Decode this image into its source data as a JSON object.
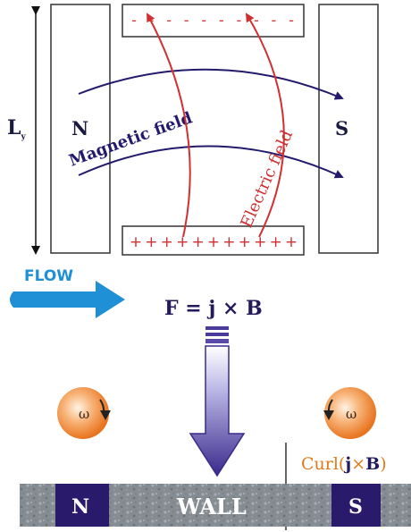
{
  "labels": {
    "length": "L",
    "length_sub": "y",
    "north": "N",
    "south": "S",
    "magnetic_field": "Magnetic field",
    "electric_field": "Electric field",
    "flow": "FLOW",
    "force_lhs": "F = ",
    "force_j": "j",
    "force_times": " × ",
    "force_b": "B",
    "omega": "ω",
    "curl_prefix": "Curl(",
    "curl_j": "j",
    "curl_times": "×",
    "curl_b": "B",
    "curl_suffix": ")",
    "wall": "WALL",
    "wall_north": "N",
    "wall_south": "S"
  },
  "electrodes": {
    "top_charge": "-",
    "top_count": 10,
    "bottom_charge": "+",
    "bottom_count": 11
  },
  "colors": {
    "magnet_outline": "#333333",
    "field_blue": "#231a6c",
    "field_red": "#d03030",
    "flow_blue": "#1f8fd6",
    "force_arrow_top": "#ffffff",
    "force_arrow_bottom": "#3a2a8c",
    "vortex_orange": "#f0883a",
    "curl_orange": "#e07a1a",
    "pole_fill": "#2a1a6c",
    "wall_gray": "#8a9096"
  }
}
